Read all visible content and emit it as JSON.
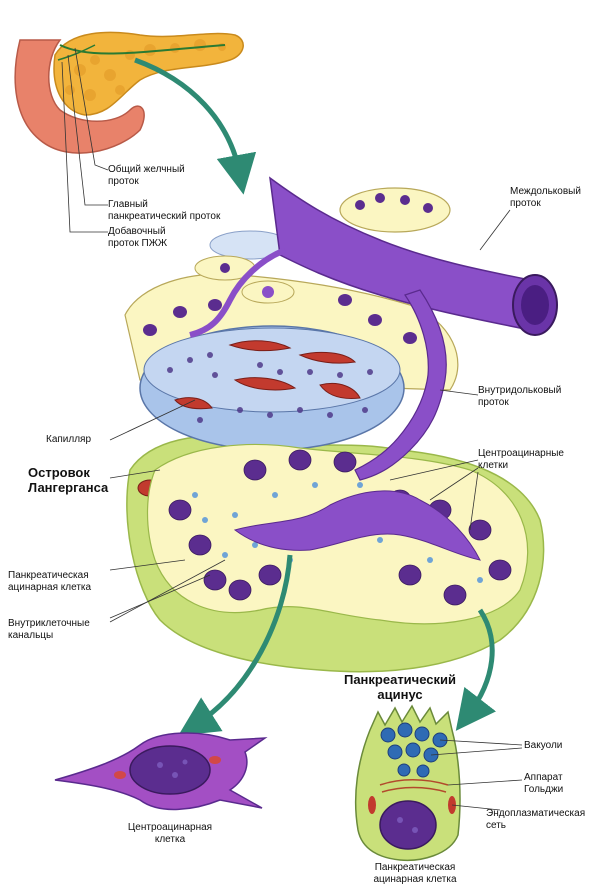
{
  "labels": {
    "common_bile_duct": "Общий желчный\nпроток",
    "main_pancreatic_duct": "Главный\nпанкреатический проток",
    "accessory_duct": "Добавочный\nпроток ПЖЖ",
    "interlobular_duct": "Междольковый\nпроток",
    "intralobular_duct": "Внутридольковый\nпроток",
    "centroacinar_cells": "Центроацинарные\nклетки",
    "capillary": "Капилляр",
    "islet": "Островок\nЛангерганса",
    "acinar_cell": "Панкреатическая\nацинарная клетка",
    "intracellular_canals": "Внутриклеточные\nканальцы",
    "pancreatic_acinus": "Панкреатический\nацинус",
    "vacuoles": "Вакуоли",
    "golgi": "Аппарат\nГольджи",
    "er": "Эндоплазматическая\nсеть",
    "centroacinar_cell_detail": "Центроацинарная\nклетка",
    "acinar_cell_detail": "Панкреатическая\nацинарная клетка"
  },
  "colors": {
    "pancreas": "#f2b43c",
    "duodenum": "#e8826a",
    "duct": "#8a4fc8",
    "duct_dark": "#5a2a8e",
    "islet_cell": "#a9c4ea",
    "acinar_cell": "#fbf6c2",
    "acinar_base": "#c9e07a",
    "nucleus": "#5b2d8f",
    "granule": "#6fa4d6",
    "capillary": "#c23a2e",
    "arrow": "#2e8a73"
  }
}
